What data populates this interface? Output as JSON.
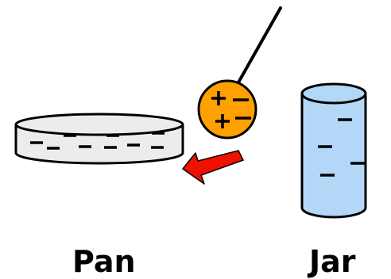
{
  "labels": {
    "pan": "Pan",
    "jar": "Jar"
  },
  "colors": {
    "pan_fill": "#ececec",
    "jar_fill": "#b3d7f7",
    "sphere_fill": "#ff9f00",
    "arrow_fill": "#ee1100",
    "outline": "#000000",
    "background": "#ffffff"
  },
  "pan": {
    "charges": [
      "-",
      "-",
      "-",
      "-",
      "-",
      "-",
      "-",
      "-",
      "-"
    ]
  },
  "jar": {
    "charges": [
      "-",
      "-",
      "-",
      "-"
    ]
  },
  "sphere": {
    "charges": [
      "+",
      "-",
      "+",
      "-"
    ]
  },
  "arrow": {
    "direction": "toward-pan"
  }
}
